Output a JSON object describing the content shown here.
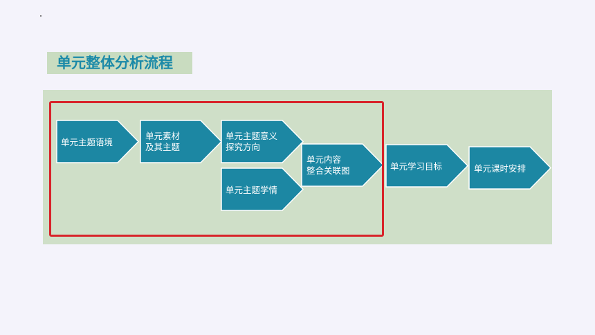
{
  "title": "单元整体分析流程",
  "colors": {
    "background": "#f4f3fb",
    "panel": "#cfdfc8",
    "title_bg": "#c9dcc0",
    "title_text": "#1c8aa8",
    "arrow_fill": "#1c87a3",
    "arrow_stroke": "#ffffff",
    "arrow_text": "#ffffff",
    "highlight": "#d8232a"
  },
  "steps": [
    {
      "id": "context",
      "lines": [
        "单元主题语境"
      ]
    },
    {
      "id": "materials",
      "lines": [
        "单元素材",
        "及其主题"
      ]
    },
    {
      "id": "meaning",
      "lines": [
        "单元主题意义",
        "探究方向"
      ]
    },
    {
      "id": "learner",
      "lines": [
        "单元主题学情"
      ]
    },
    {
      "id": "integration",
      "lines": [
        "单元内容",
        "整合关联图"
      ]
    },
    {
      "id": "objectives",
      "lines": [
        "单元学习目标"
      ]
    },
    {
      "id": "schedule",
      "lines": [
        "单元课时安排"
      ]
    }
  ]
}
